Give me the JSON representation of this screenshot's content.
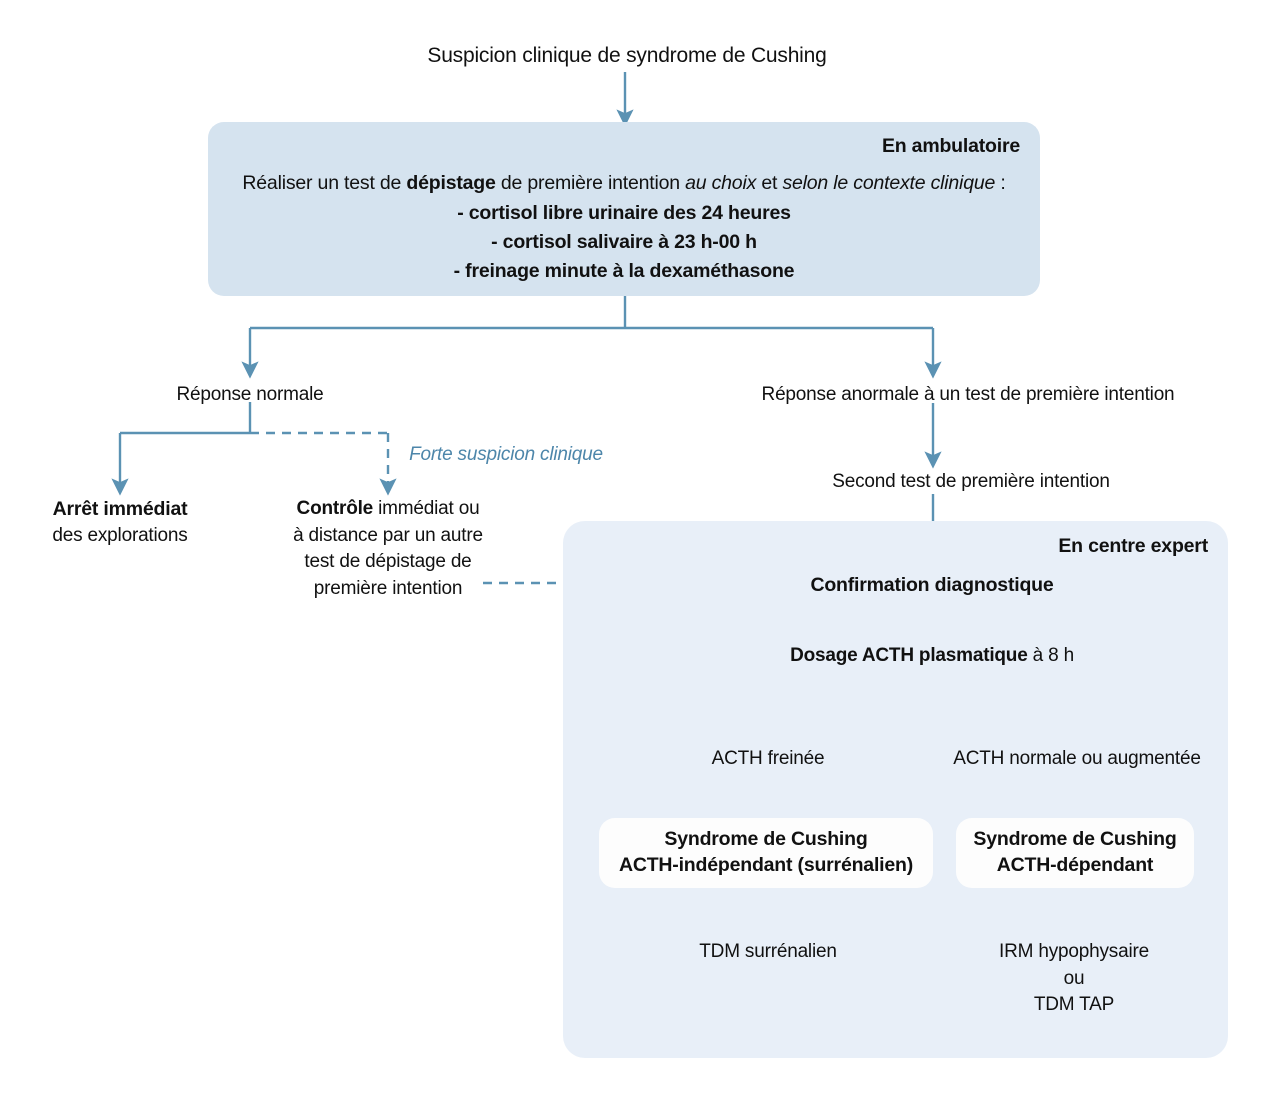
{
  "diagram": {
    "title": "Suspicion clinique de syndrome de Cushing",
    "accent_color": "#5b92b3",
    "ambulatory_panel_color": "#d5e3ef",
    "expert_panel_color": "#e8eff8",
    "white_box_color": "#fdfdfd"
  },
  "ambulatoire": {
    "section_label": "En ambulatoire",
    "intro_1": "Réaliser un test de ",
    "intro_bold": "dépistage",
    "intro_2": " de première intention ",
    "intro_italic_1": "au choix",
    "intro_3": " et ",
    "intro_italic_2": "selon le contexte clinique",
    "intro_4": " :",
    "items": [
      "- cortisol libre urinaire des 24 heures",
      "- cortisol salivaire à 23 h-00 h",
      "- freinage minute à la dexaméthasone"
    ]
  },
  "branches": {
    "normal_response": "Réponse normale",
    "abnormal_response": "Réponse anormale à un test de première intention",
    "strong_suspicion": "Forte suspicion clinique",
    "stop_bold": "Arrêt immédiat",
    "stop_rest": "des explorations",
    "control_bold": "Contrôle",
    "control_rest_line1": " immédiat ou",
    "control_line2": "à distance par un autre",
    "control_line3": "test de dépistage de",
    "control_line4": "première intention",
    "second_test": "Second test de première intention"
  },
  "expert": {
    "section_label": "En centre expert",
    "confirmation": "Confirmation diagnostique",
    "dosage_bold": "Dosage ACTH plasmatique",
    "dosage_rest": " à 8 h",
    "acth_low": "ACTH freinée",
    "acth_normal": "ACTH normale ou augmentée",
    "box_left_line1": "Syndrome de Cushing",
    "box_left_line2": "ACTH-indépendant (surrénalien)",
    "box_right_line1": "Syndrome de Cushing",
    "box_right_line2": "ACTH-dépendant",
    "outcome_left": "TDM surrénalien",
    "outcome_right_line1": "IRM hypophysaire",
    "outcome_right_line2": "ou",
    "outcome_right_line3": "TDM TAP"
  }
}
